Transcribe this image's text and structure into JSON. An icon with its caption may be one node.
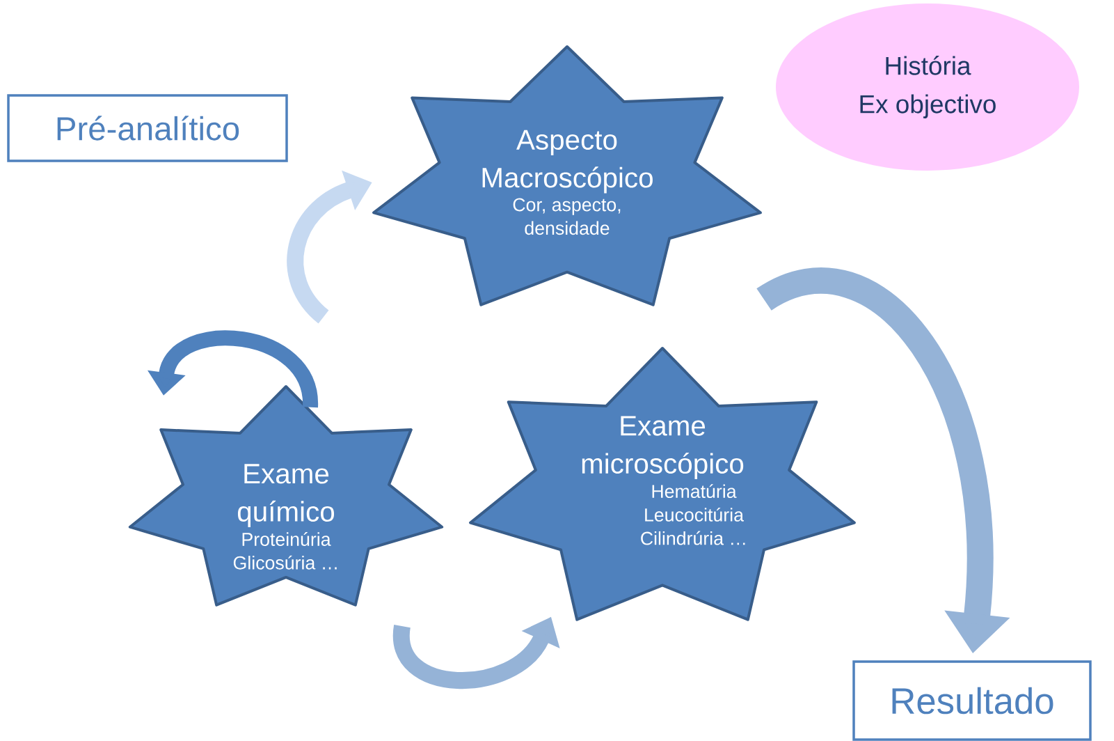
{
  "diagram": {
    "nodes": [
      {
        "text": [
          "Pré-analítico"
        ]
      },
      {
        "text": [
          "História",
          "Ex objectivo"
        ]
      },
      {
        "text": [
          "Aspecto Macroscópico",
          "Cor, aspecto, densidade"
        ]
      },
      {
        "text": [
          "Exame químico",
          "Proteinúria Glicosúria …"
        ]
      },
      {
        "text": [
          "Exame microscópico",
          "Hematúria Leucocitúria Cilindrúria …"
        ]
      },
      {
        "text": [
          "Resultado"
        ]
      }
    ],
    "edges": [
      {
        "from": null,
        "to": 2,
        "arrow": "to",
        "color": "#c6d9f1"
      },
      {
        "from": 3,
        "to": null,
        "arrow": "to",
        "color": "#4f81bd"
      },
      {
        "from": 3,
        "to": 4,
        "arrow": "to"
      },
      {
        "from": null,
        "to": 5,
        "arrow": "to"
      }
    ]
  }
}
